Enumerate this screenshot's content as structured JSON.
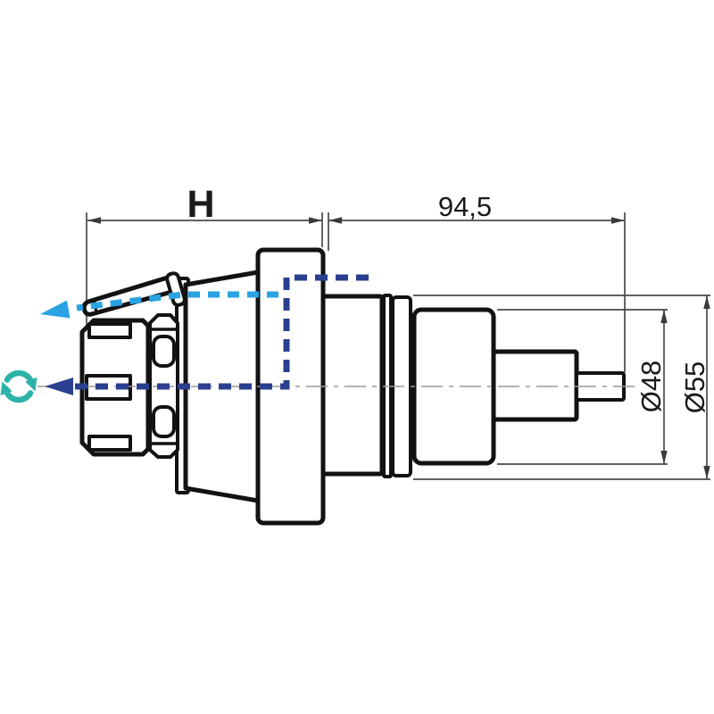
{
  "drawing": {
    "type": "technical-drawing-side-view",
    "labels": {
      "height_dim": "H",
      "length_dim": "94,5",
      "inner_diameter": "Ø48",
      "outer_diameter": "Ø55"
    },
    "colors": {
      "outline": "#121212",
      "dimension_line": "#4a4a4a",
      "centerline": "#9a9a9a",
      "insert_arrow_navy": "#2b3f90",
      "eject_arrow_cyan": "#29a3e2",
      "rotate_icon_teal": "#2cb3a8"
    }
  }
}
